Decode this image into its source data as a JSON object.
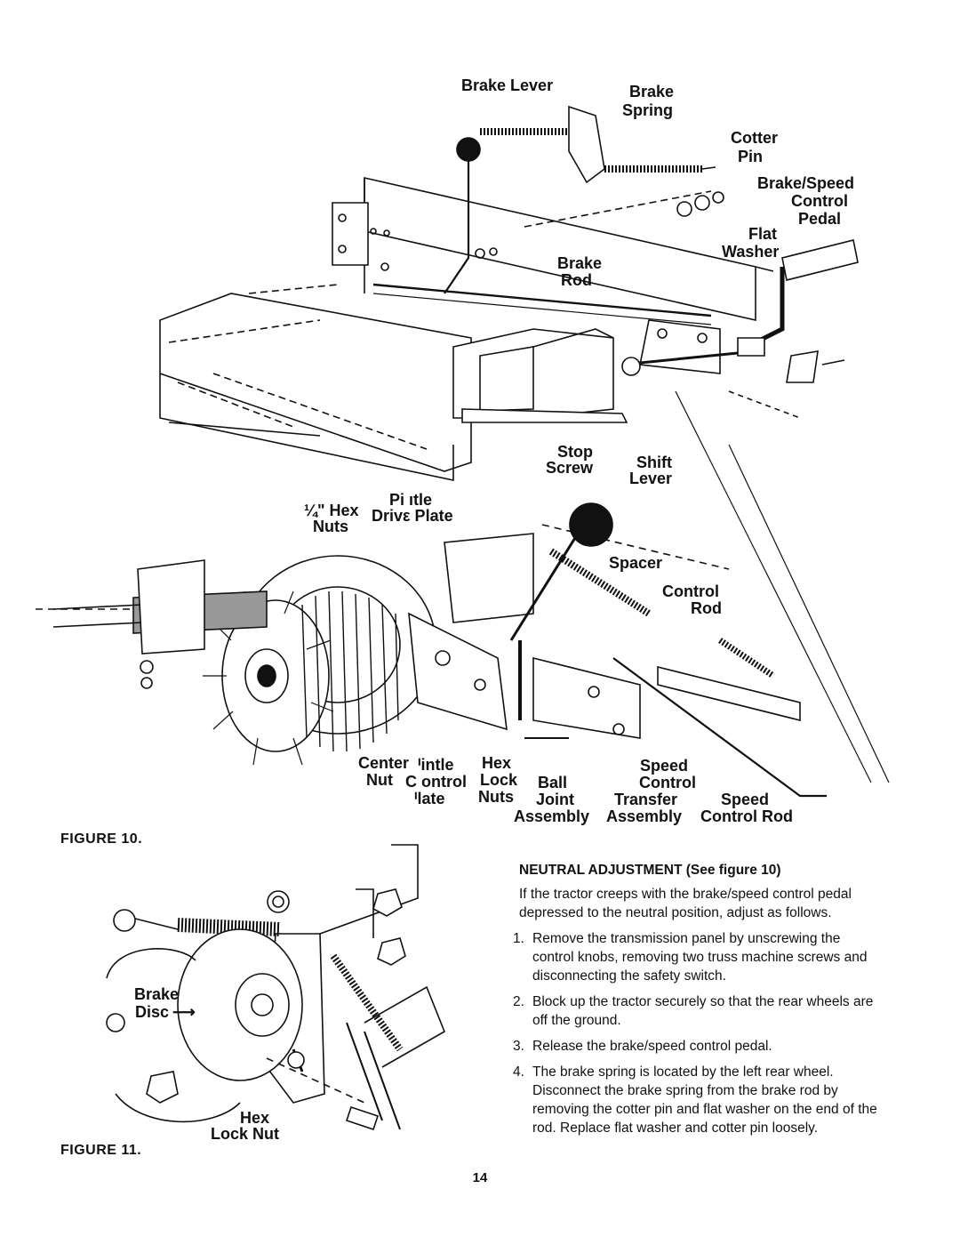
{
  "figure10": {
    "caption": "FIGURE 10.",
    "labels": {
      "brake_lever": "Brake Lever",
      "brake_spring_1": "Brake",
      "brake_spring_2": "Spring",
      "cotter_pin_1": "Cotter",
      "cotter_pin_2": "Pin",
      "brake_speed_1": "Brake/Speed",
      "brake_speed_2": "Control",
      "brake_speed_3": "Pedal",
      "flat_washer_1": "Flat",
      "flat_washer_2": "Washer",
      "brake_rod_1": "Brake",
      "brake_rod_2": "Rod",
      "stop_screw_1": "Stop",
      "stop_screw_2": "Screw",
      "shift_lever_1": "Shift",
      "shift_lever_2": "Lever",
      "pintle_drive_1": "Pi ıtle",
      "pintle_drive_2": "Drivε Plate",
      "hex_nuts_1": "¼\" Hex",
      "hex_nuts_2": "Nuts",
      "spacer": "Spacer",
      "control_rod_1": "Control",
      "control_rod_2": "Rod",
      "center_nut_1": "Center",
      "center_nut_2": "Nut",
      "pintle_control_1": "ᑊintle",
      "pintle_control_2": "C ontrol",
      "pintle_control_3": "ᑊlate",
      "hex_lock_1": "Hex",
      "hex_lock_2": "Lock",
      "hex_lock_3": "Nuts",
      "ball_joint_1": "Ball",
      "ball_joint_2": "Joint",
      "ball_joint_3": "Assembly",
      "speed_transfer_1": "Speed",
      "speed_transfer_2": "Control",
      "speed_transfer_3": "Transfer",
      "speed_transfer_4": "Assembly",
      "speed_rod_1": "Speed",
      "speed_rod_2": "Control Rod"
    }
  },
  "figure11": {
    "caption": "FIGURE 11.",
    "labels": {
      "brake_disc_1": "Brake",
      "brake_disc_2": "Disc",
      "hex_lock_nut_1": "Hex",
      "hex_lock_nut_2": "Lock Nut"
    }
  },
  "section": {
    "heading": "NEUTRAL ADJUSTMENT (See figure 10)",
    "intro": "If the tractor creeps with the brake/speed control pedal depressed to the neutral position, adjust as follows.",
    "steps": [
      {
        "num": "1.",
        "text": "Remove the transmission panel by unscrewing the control knobs, removing two truss machine screws and disconnecting the safety switch."
      },
      {
        "num": "2.",
        "text": "Block up the tractor securely so that the rear wheels are off the ground."
      },
      {
        "num": "3.",
        "text": "Release the brake/speed control pedal."
      },
      {
        "num": "4.",
        "text": "The brake spring is located by the left rear wheel. Disconnect the brake spring from the brake rod by removing the cotter pin and flat washer on the end of the rod. Replace flat washer and cotter pin loosely."
      }
    ]
  },
  "page_number": "14"
}
